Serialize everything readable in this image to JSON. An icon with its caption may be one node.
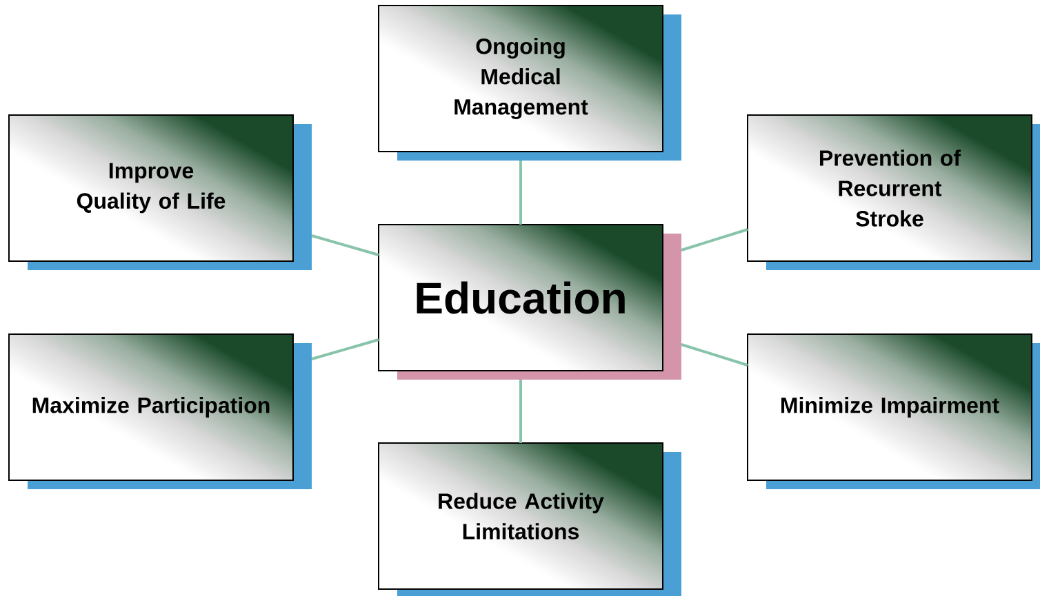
{
  "diagram": {
    "nodes": [
      {
        "text": [
          "Education"
        ]
      },
      {
        "text": [
          "Ongoing Medical Management"
        ]
      },
      {
        "text": [
          "Improve Quality of Life"
        ]
      },
      {
        "text": [
          "Prevention of Recurrent Stroke"
        ]
      },
      {
        "text": [
          "Maximize Participation"
        ]
      },
      {
        "text": [
          "Minimize Impairment"
        ]
      },
      {
        "text": [
          "Reduce Activity Limitations"
        ]
      }
    ],
    "edges": [
      {
        "from": 0,
        "to": 1,
        "arrow": "none"
      },
      {
        "from": 0,
        "to": 2,
        "arrow": "none"
      },
      {
        "from": 0,
        "to": 3,
        "arrow": "none"
      },
      {
        "from": 0,
        "to": 4,
        "arrow": "none"
      },
      {
        "from": 0,
        "to": 5,
        "arrow": "none"
      },
      {
        "from": 0,
        "to": 6,
        "arrow": "none"
      }
    ]
  }
}
